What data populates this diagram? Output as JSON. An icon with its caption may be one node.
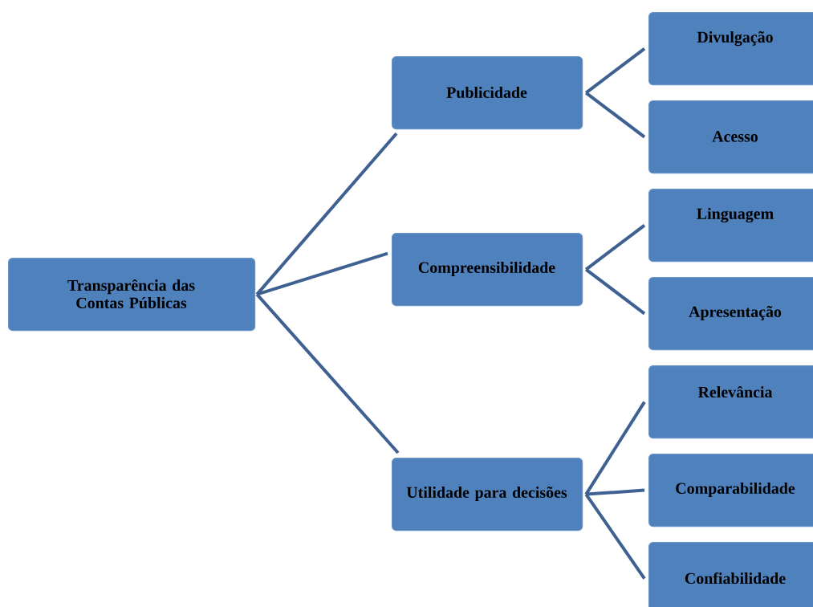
{
  "diagram": {
    "nodes": [
      {
        "text": [
          "Transparência das Contas Públicas"
        ]
      },
      {
        "text": [
          "Publicidade"
        ]
      },
      {
        "text": [
          "Compreensibilidade"
        ]
      },
      {
        "text": [
          "Utilidade para decisões"
        ]
      },
      {
        "text": [
          "Divulgação"
        ]
      },
      {
        "text": [
          "Acesso"
        ]
      },
      {
        "text": [
          "Linguagem"
        ]
      },
      {
        "text": [
          "Apresentação"
        ]
      },
      {
        "text": [
          "Relevância"
        ]
      },
      {
        "text": [
          "Comparabilidade"
        ]
      },
      {
        "text": [
          "Confiabilidade"
        ]
      }
    ],
    "edges": [
      {
        "from": 0,
        "to": 1,
        "arrow": "none"
      },
      {
        "from": 0,
        "to": 2,
        "arrow": "none"
      },
      {
        "from": 0,
        "to": 3,
        "arrow": "none"
      },
      {
        "from": 1,
        "to": 4,
        "arrow": "none"
      },
      {
        "from": 1,
        "to": 5,
        "arrow": "none"
      },
      {
        "from": 2,
        "to": 6,
        "arrow": "none"
      },
      {
        "from": 2,
        "to": 7,
        "arrow": "none"
      },
      {
        "from": 3,
        "to": 8,
        "arrow": "none"
      },
      {
        "from": 3,
        "to": 9,
        "arrow": "none"
      },
      {
        "from": 3,
        "to": 10,
        "arrow": "none"
      }
    ]
  }
}
